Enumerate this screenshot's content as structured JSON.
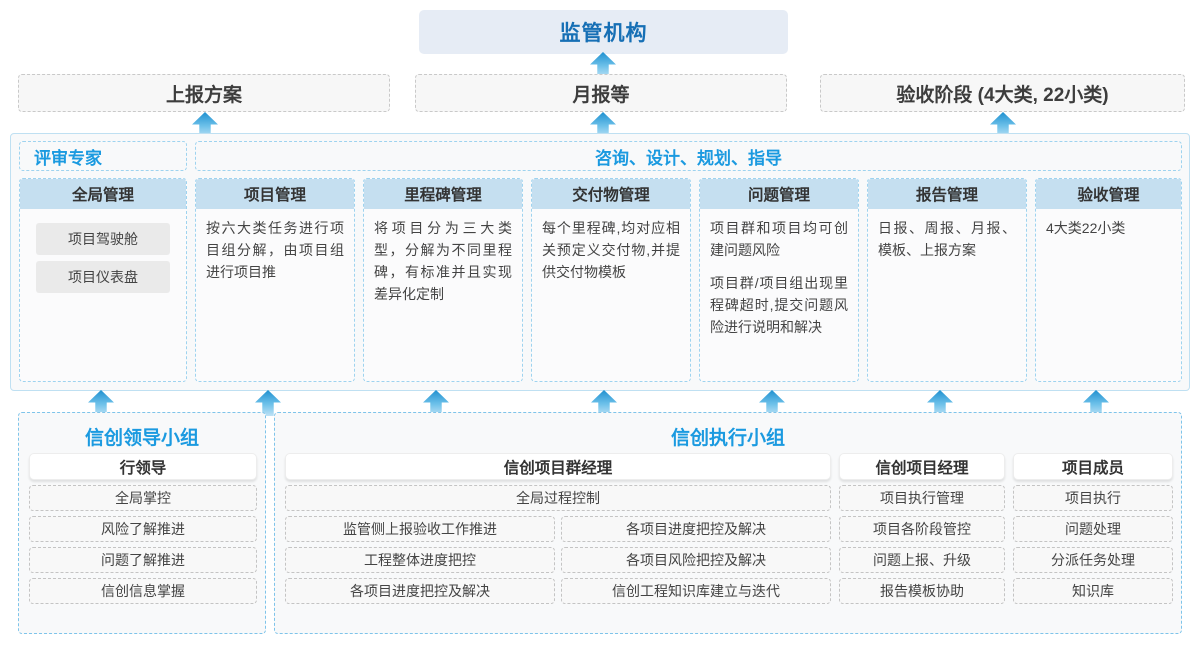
{
  "top": {
    "authority": "监管机构",
    "reports": [
      "上报方案",
      "月报等",
      "验收阶段 (4大类, 22小类)"
    ]
  },
  "middle": {
    "headers": [
      "评审专家",
      "咨询、设计、规划、指导"
    ],
    "columns": [
      {
        "title": "全局管理",
        "paragraphs": [],
        "pills": [
          "项目驾驶舱",
          "项目仪表盘"
        ]
      },
      {
        "title": "项目管理",
        "paragraphs": [
          "按六大类任务进行项目组分解，由项目组进行项目推"
        ],
        "pills": []
      },
      {
        "title": "里程碑管理",
        "paragraphs": [
          "将项目分为三大类型，分解为不同里程碑，有标准并且实现差异化定制"
        ],
        "pills": []
      },
      {
        "title": "交付物管理",
        "paragraphs": [
          "每个里程碑,均对应相关预定义交付物,并提供交付物模板"
        ],
        "pills": []
      },
      {
        "title": "问题管理",
        "paragraphs": [
          "项目群和项目均可创建问题风险",
          "项目群/项目组出现里程碑超时,提交问题风险进行说明和解决"
        ],
        "pills": []
      },
      {
        "title": "报告管理",
        "paragraphs": [
          "日报、周报、月报、模板、上报方案"
        ],
        "pills": []
      },
      {
        "title": "验收管理",
        "paragraphs": [
          "4大类22小类"
        ],
        "pills": []
      }
    ]
  },
  "bottom": {
    "left": {
      "title": "信创领导小组",
      "role": "行领导",
      "tasks": [
        "全局掌控",
        "风险了解推进",
        "问题了解推进",
        "信创信息掌握"
      ]
    },
    "right": {
      "title": "信创执行小组",
      "sections": [
        {
          "role": "信创项目群经理",
          "full_task": "全局过程控制",
          "left_tasks": [
            "监管侧上报验收工作推进",
            "工程整体进度把控",
            "各项目进度把控及解决"
          ],
          "right_tasks": [
            "各项目进度把控及解决",
            "各项目风险把控及解决",
            "信创工程知识库建立与迭代"
          ]
        },
        {
          "role": "信创项目经理",
          "tasks": [
            "项目执行管理",
            "项目各阶段管控",
            "问题上报、升级",
            "报告模板协助"
          ]
        },
        {
          "role": "项目成员",
          "tasks": [
            "项目执行",
            "问题处理",
            "分派任务处理",
            "知识库"
          ]
        }
      ]
    }
  },
  "colors": {
    "accent_blue": "#1b9ae0",
    "authority_blue": "#166fb5",
    "authority_bg": "#e6ecf5",
    "col_head_bg": "#c5dff0",
    "dashed_blue": "#9ed3ef",
    "dashed_gray": "#c4c4c4"
  }
}
